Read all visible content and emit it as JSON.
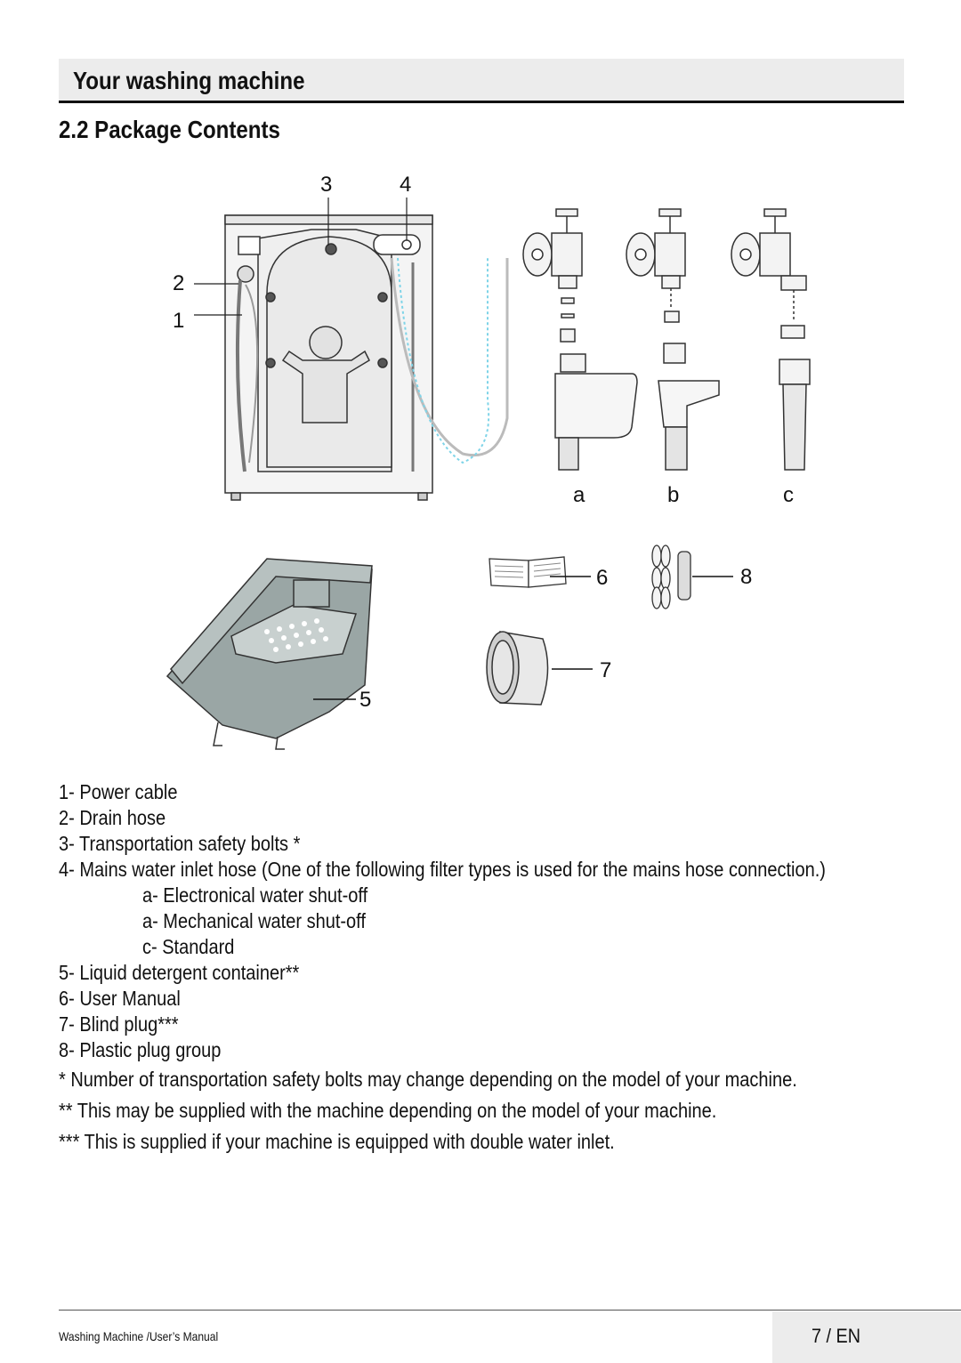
{
  "header": {
    "section_title": "Your washing machine",
    "page_heading": "2.2 Package Contents"
  },
  "figure": {
    "callouts": {
      "c1": "1",
      "c2": "2",
      "c3": "3",
      "c4": "4",
      "c5": "5",
      "c6": "6",
      "c7": "7",
      "c8": "8",
      "ca": "a",
      "cb": "b",
      "cc": "c"
    },
    "illustrations": [
      "washing-machine-back",
      "water-tap-a",
      "water-tap-b",
      "water-tap-c",
      "detergent-container",
      "user-manual-book",
      "blind-plug",
      "plastic-plug-group"
    ]
  },
  "contents_list": [
    "1- Power cable",
    "2- Drain hose",
    "3- Transportation safety bolts *",
    "4- Mains water inlet hose (One of the following filter types is used for the mains hose connection.)",
    "a- Electronical water shut-off",
    "a- Mechanical water shut-off",
    "c- Standard",
    "5- Liquid detergent container**",
    "6- User Manual",
    "7- Blind plug***",
    "8- Plastic plug group"
  ],
  "notes": [
    "* Number of transportation safety bolts may change depending on the model of your machine.",
    "** This may be supplied with the machine depending on the model of your machine.",
    "*** This is supplied if your machine is equipped with double water inlet."
  ],
  "footer": {
    "manual_title": "Washing Machine /User’s Manual",
    "page_number": "7 /  EN"
  }
}
